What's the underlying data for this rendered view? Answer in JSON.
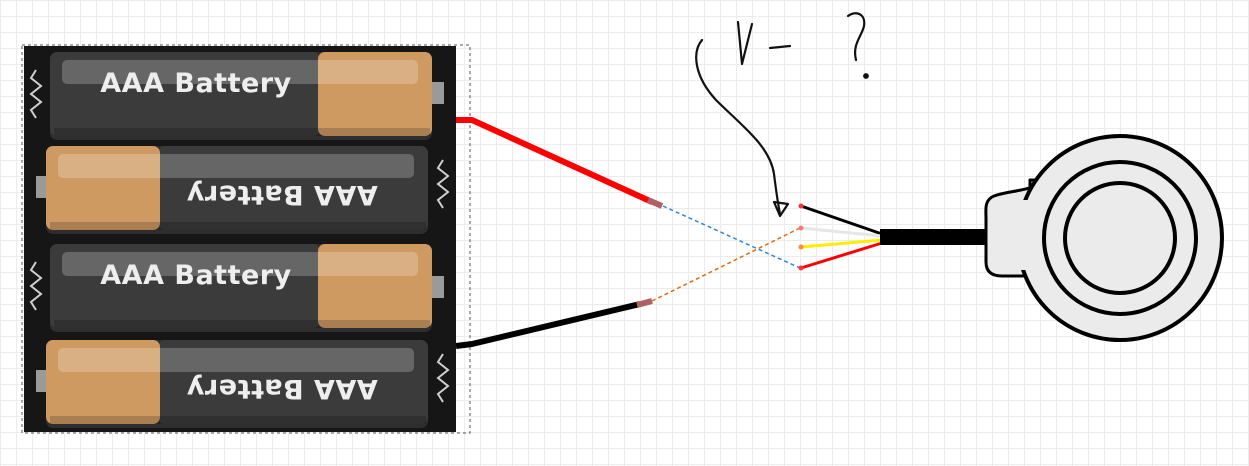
{
  "battery_holder": {
    "batteries": [
      {
        "label": "AAA Battery"
      },
      {
        "label": "AAA Battery"
      },
      {
        "label": "AAA Battery"
      },
      {
        "label": "AAA Battery"
      }
    ]
  },
  "annotation": {
    "handwritten_text": "V-  ?"
  },
  "colors": {
    "red_wire": "#ff0000",
    "black_wire": "#000000",
    "yellow_wire": "#ffee00",
    "white_wire": "#e6e6e6",
    "dashed_blue": "#2f86d6",
    "dashed_orange": "#e06a12",
    "battery_body": "#3a3a3a",
    "battery_cap": "#cf9a62"
  }
}
